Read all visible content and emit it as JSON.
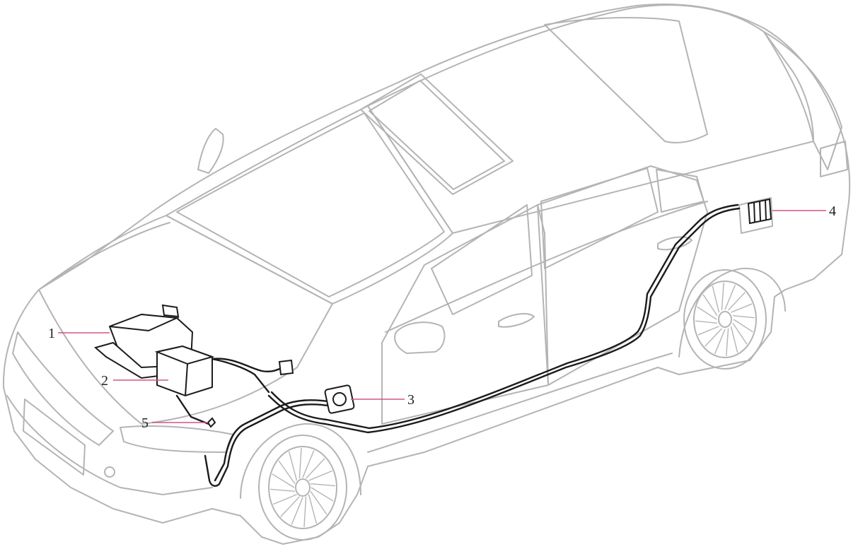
{
  "callouts": [
    {
      "id": "1",
      "label": "1"
    },
    {
      "id": "2",
      "label": "2"
    },
    {
      "id": "3",
      "label": "3"
    },
    {
      "id": "4",
      "label": "4"
    },
    {
      "id": "5",
      "label": "5"
    }
  ],
  "colors": {
    "car_outline": "#b4b4b4",
    "harness": "#1c1c1c",
    "leader": "#d2538a",
    "background": "#ffffff"
  }
}
